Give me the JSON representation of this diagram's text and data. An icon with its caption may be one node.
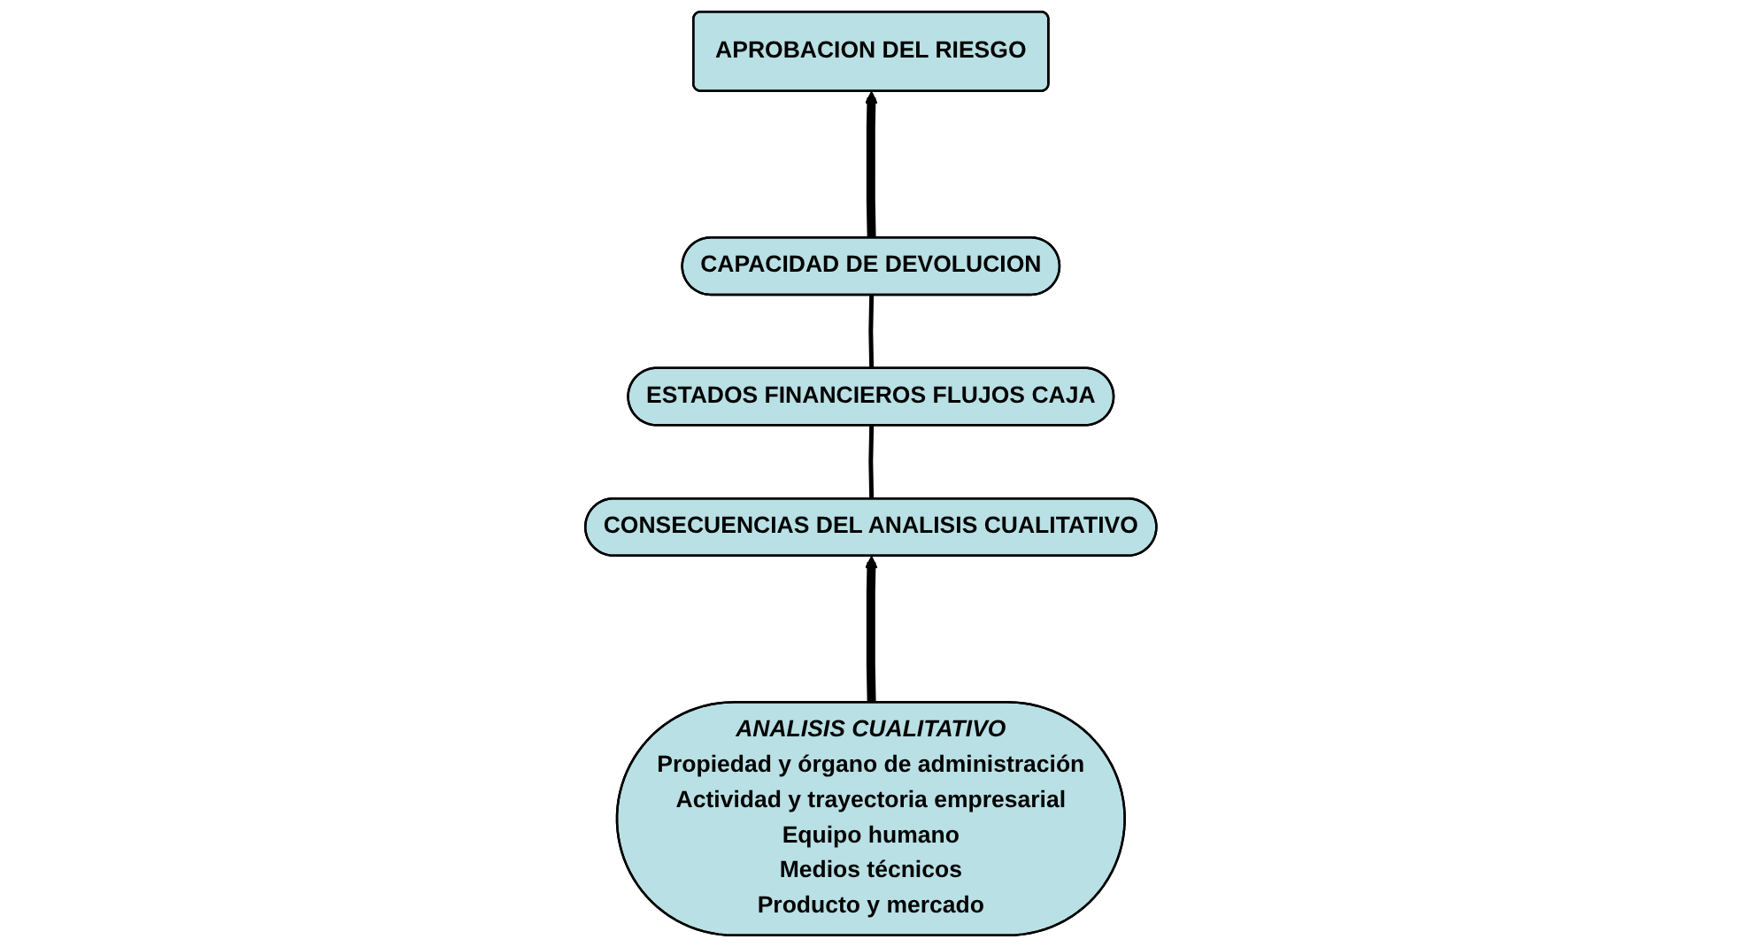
{
  "diagram": {
    "nodes": [
      {
        "text": [
          "CAPACIDAD DE DEVOLUCION"
        ]
      },
      {
        "text": [
          "ESTADOS FINANCIEROS FLUJOS CAJA"
        ]
      },
      {
        "text": [
          "APROBACION DEL RIESGO"
        ]
      },
      {
        "text": [
          "CONSECUENCIAS DEL ANALISIS CUALITATIVO"
        ]
      },
      {
        "text": [
          "ANALISIS CUALITATIVO",
          "Propiedad y órgano de administración",
          "Actividad y trayectoria empresarial",
          "Equipo humano",
          "Medios técnicos",
          "Producto y mercado"
        ]
      }
    ],
    "edges": [
      {
        "from": 4,
        "to": 3,
        "arrow": "to",
        "style": "thick"
      },
      {
        "from": 3,
        "to": 1,
        "arrow": "none"
      },
      {
        "from": 1,
        "to": 0,
        "arrow": "none"
      },
      {
        "from": 0,
        "to": 2,
        "arrow": "to",
        "style": "thick"
      }
    ]
  }
}
